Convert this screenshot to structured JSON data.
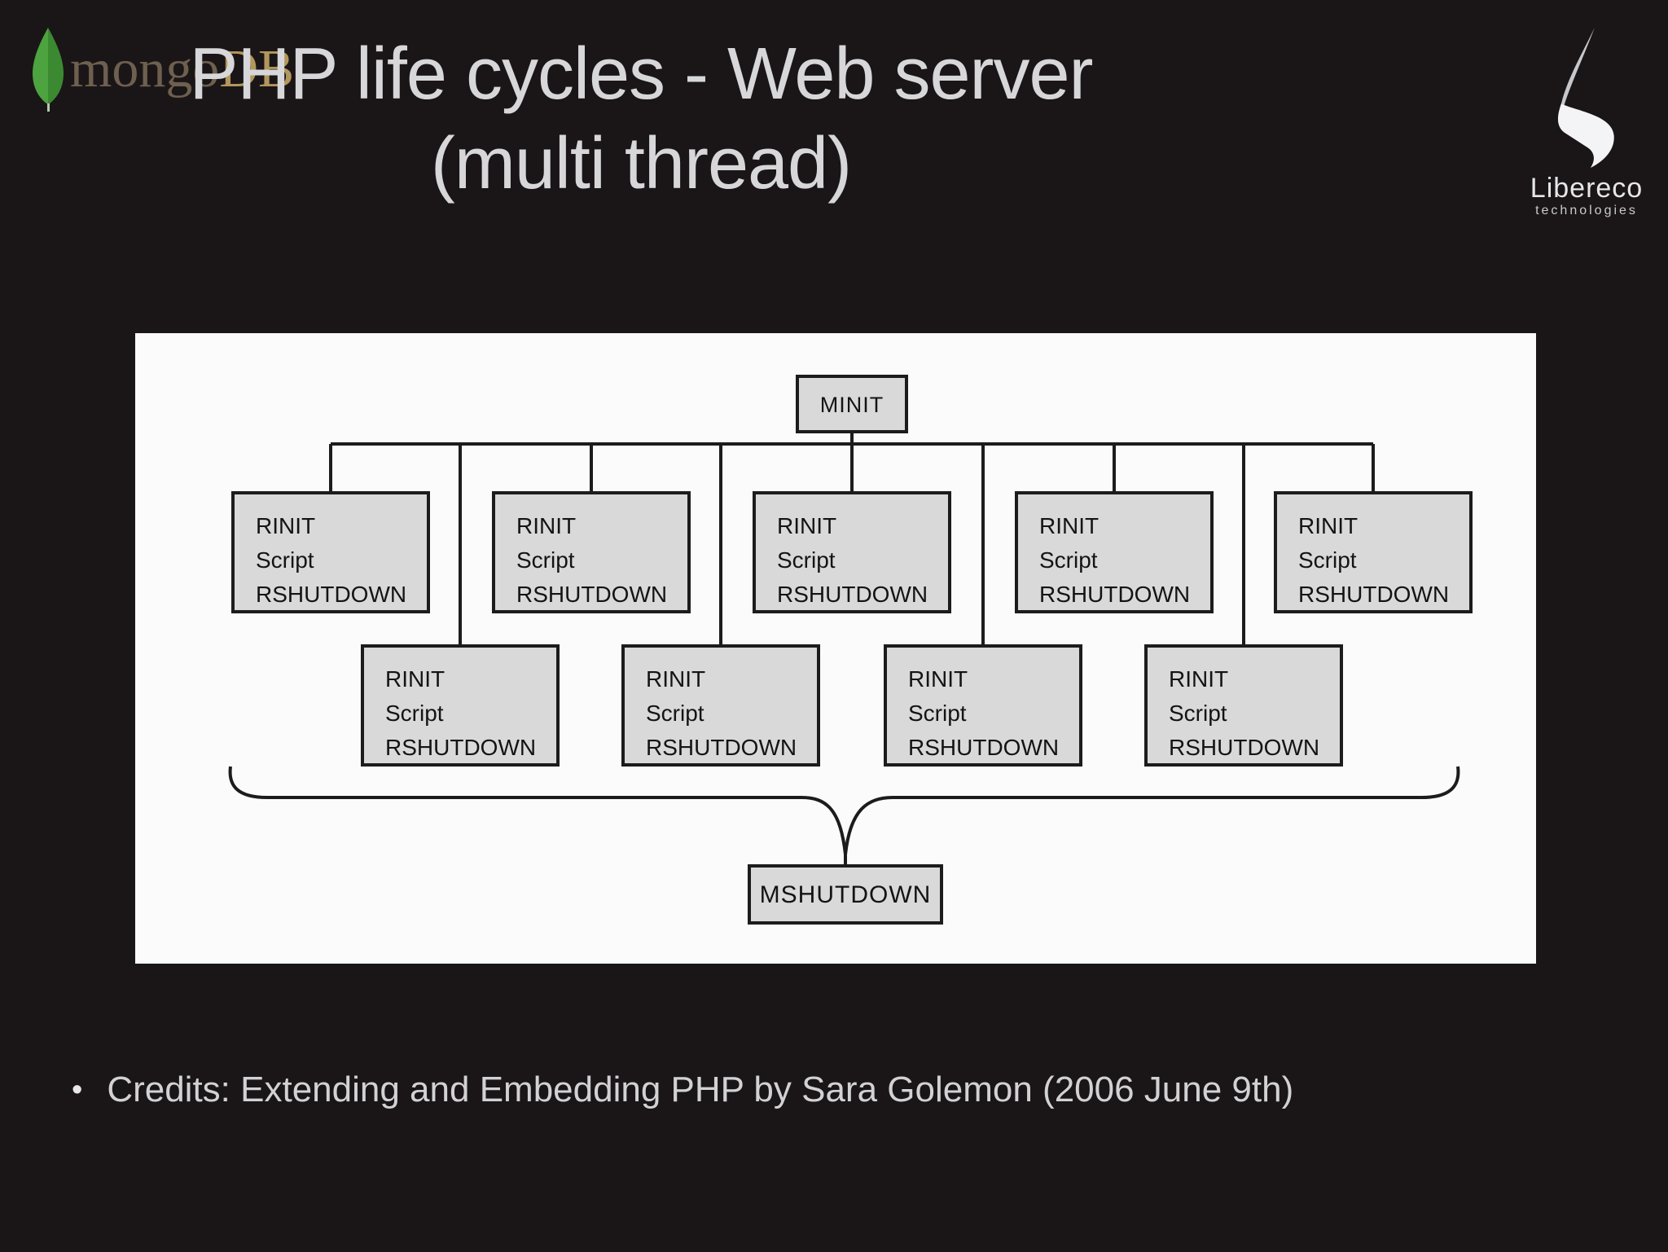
{
  "slide": {
    "background_color": "#1a1618",
    "title_line1": "PHP life cycles - Web server",
    "title_line2": "(multi thread)",
    "title_color": "#d7d6d8",
    "credits_bullet": "•",
    "credits_text": "Credits: Extending and Embedding PHP by Sara Golemon (2006 June 9th)",
    "credits_color": "#d2d1d3"
  },
  "logos": {
    "mongodb": {
      "text_mongo": "mongo",
      "text_db": "DB",
      "mongo_color": "#6e5f4f",
      "db_color": "#b2975c",
      "leaf_light_green": "#4da33f",
      "leaf_dark_green": "#3b8a31"
    },
    "libereco": {
      "line1": "Libereco",
      "line2": "technologies",
      "text_color": "#e6e6e8",
      "swirl_color": "#f4f4f6"
    }
  },
  "diagram": {
    "panel_bg": "#fbfbfb",
    "box_fill": "#d9d9d9",
    "box_border": "#1c1c1c",
    "line_color": "#1c1c1c",
    "text_color": "#141414",
    "root_label": "MINIT",
    "sink_label": "MSHUTDOWN",
    "worker_lines": [
      "RINIT",
      "Script",
      "RSHUTDOWN"
    ],
    "top_row_count": "5",
    "bottom_row_count": "4"
  }
}
